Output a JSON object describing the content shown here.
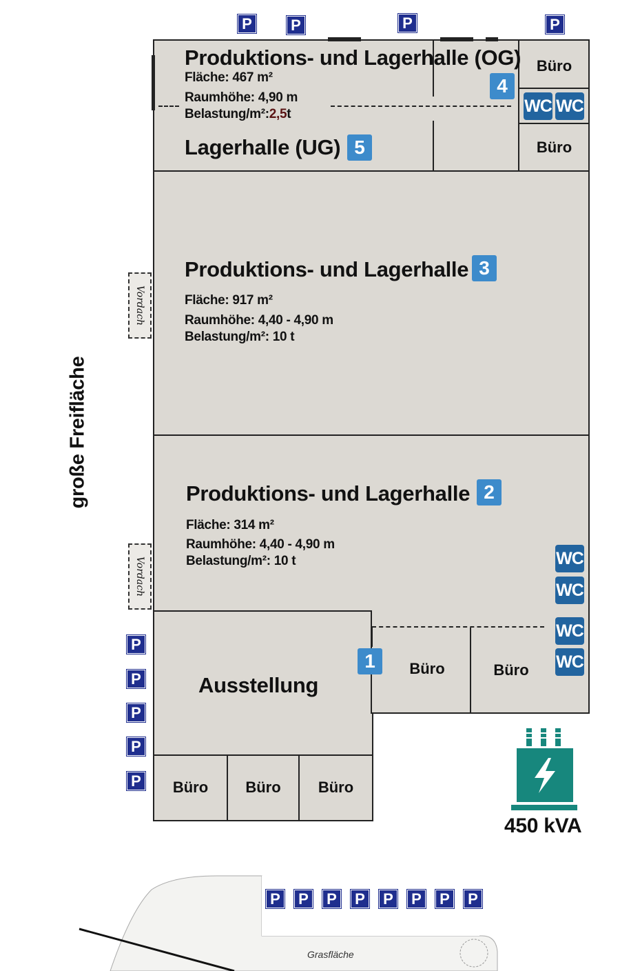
{
  "hall4_5": {
    "title": "Produktions-  und Lagerhalle",
    "og": "(OG)",
    "area": "Fläche: 467 m²",
    "height": "Raumhöhe: 4,90 m",
    "load_label": "Belastung/m²:",
    "load_value": "2,5",
    "load_unit": "t",
    "ug": "Lagerhalle (UG)",
    "badge_og": "4",
    "badge_ug": "5"
  },
  "hall3": {
    "title": "Produktions- und Lagerhalle",
    "badge": "3",
    "area": "Fläche: 917 m²",
    "height": "Raumhöhe: 4,40 - 4,90 m",
    "load": "Belastung/m²: 10 t"
  },
  "hall2": {
    "title": "Produktions- und Lagerhalle",
    "badge": "2",
    "area": "Fläche: 314 m²",
    "height": "Raumhöhe: 4,40 - 4,90 m",
    "load": "Belastung/m²: 10 t"
  },
  "hall1": {
    "title": "Ausstellung",
    "badge": "1"
  },
  "office": "Büro",
  "wc": "WC",
  "parking": "P",
  "vordach": "Vordach",
  "open_area": "große Freifläche",
  "transformer": "450 kVA",
  "grass": "Grasfläche",
  "colors": {
    "floor": "#dcd9d3",
    "badge": "#3d8bcb",
    "wc": "#22649f",
    "parking": "#1f2e8e",
    "transformer": "#17877d"
  }
}
